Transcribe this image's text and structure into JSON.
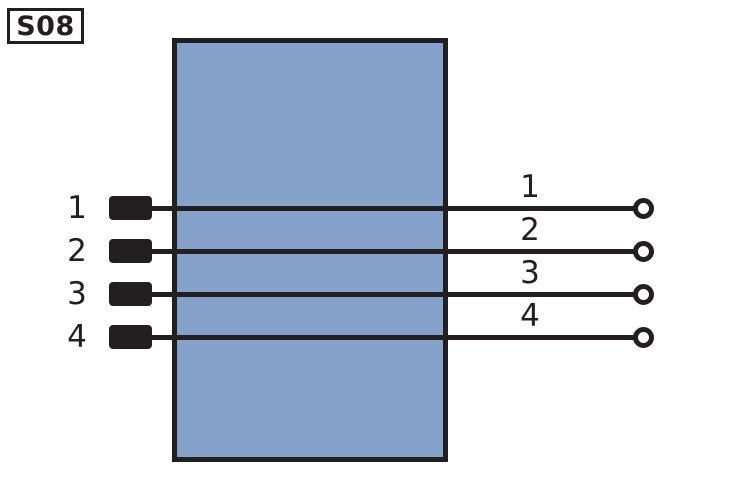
{
  "diagram": {
    "component_id": "S08",
    "colors": {
      "component_fill": "#85a3ca",
      "line": "#221f20"
    },
    "pins": [
      {
        "left_label": "1",
        "right_label": "1"
      },
      {
        "left_label": "2",
        "right_label": "2"
      },
      {
        "left_label": "3",
        "right_label": "3"
      },
      {
        "left_label": "4",
        "right_label": "4"
      }
    ]
  }
}
